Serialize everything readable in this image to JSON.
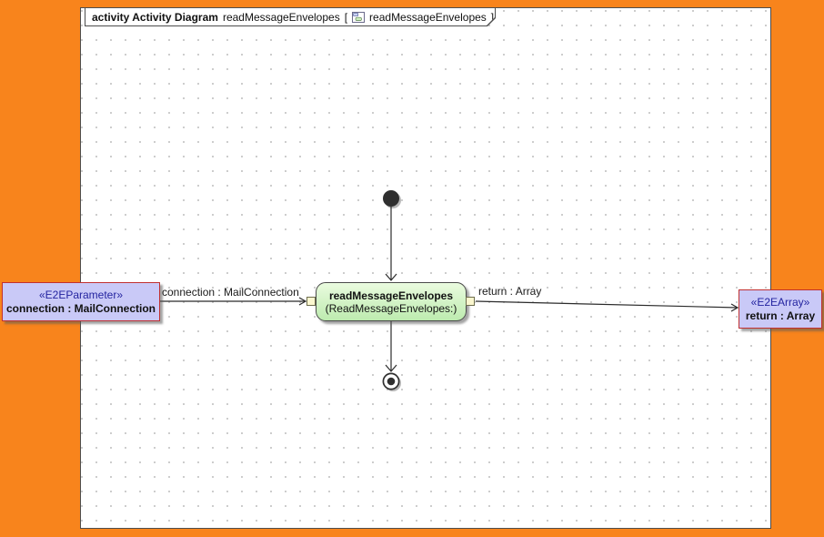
{
  "header": {
    "keyword": "activity Activity Diagram",
    "diagram_name": "readMessageEnvelopes",
    "bracket_open": "[",
    "ref_name": "readMessageEnvelopes",
    "bracket_close": "]"
  },
  "action": {
    "name": "readMessageEnvelopes",
    "behavior": "(ReadMessageEnvelopes:)"
  },
  "params": {
    "input": {
      "stereotype": "«E2EParameter»",
      "name": "connection : MailConnection"
    },
    "output": {
      "stereotype": "«E2EArray»",
      "name": "return : Array"
    }
  },
  "edges": {
    "input_label": "connection : MailConnection",
    "output_label": "return : Array"
  },
  "colors": {
    "background": "#F8841C",
    "canvas": "#FFFFFF",
    "grid_dot": "#C9C9C9",
    "frame_border": "#4D4D4D",
    "action_fill_top": "#EAFBDF",
    "action_fill_bottom": "#BDEBAF",
    "action_border": "#4A4A4A",
    "pin_fill": "#FBF7CF",
    "pin_border": "#6E6E4E",
    "param_fill": "#C9C9F7",
    "param_border": "#C03030",
    "stereotype_color": "#2424A0",
    "edge_color": "#2B2B2B"
  }
}
